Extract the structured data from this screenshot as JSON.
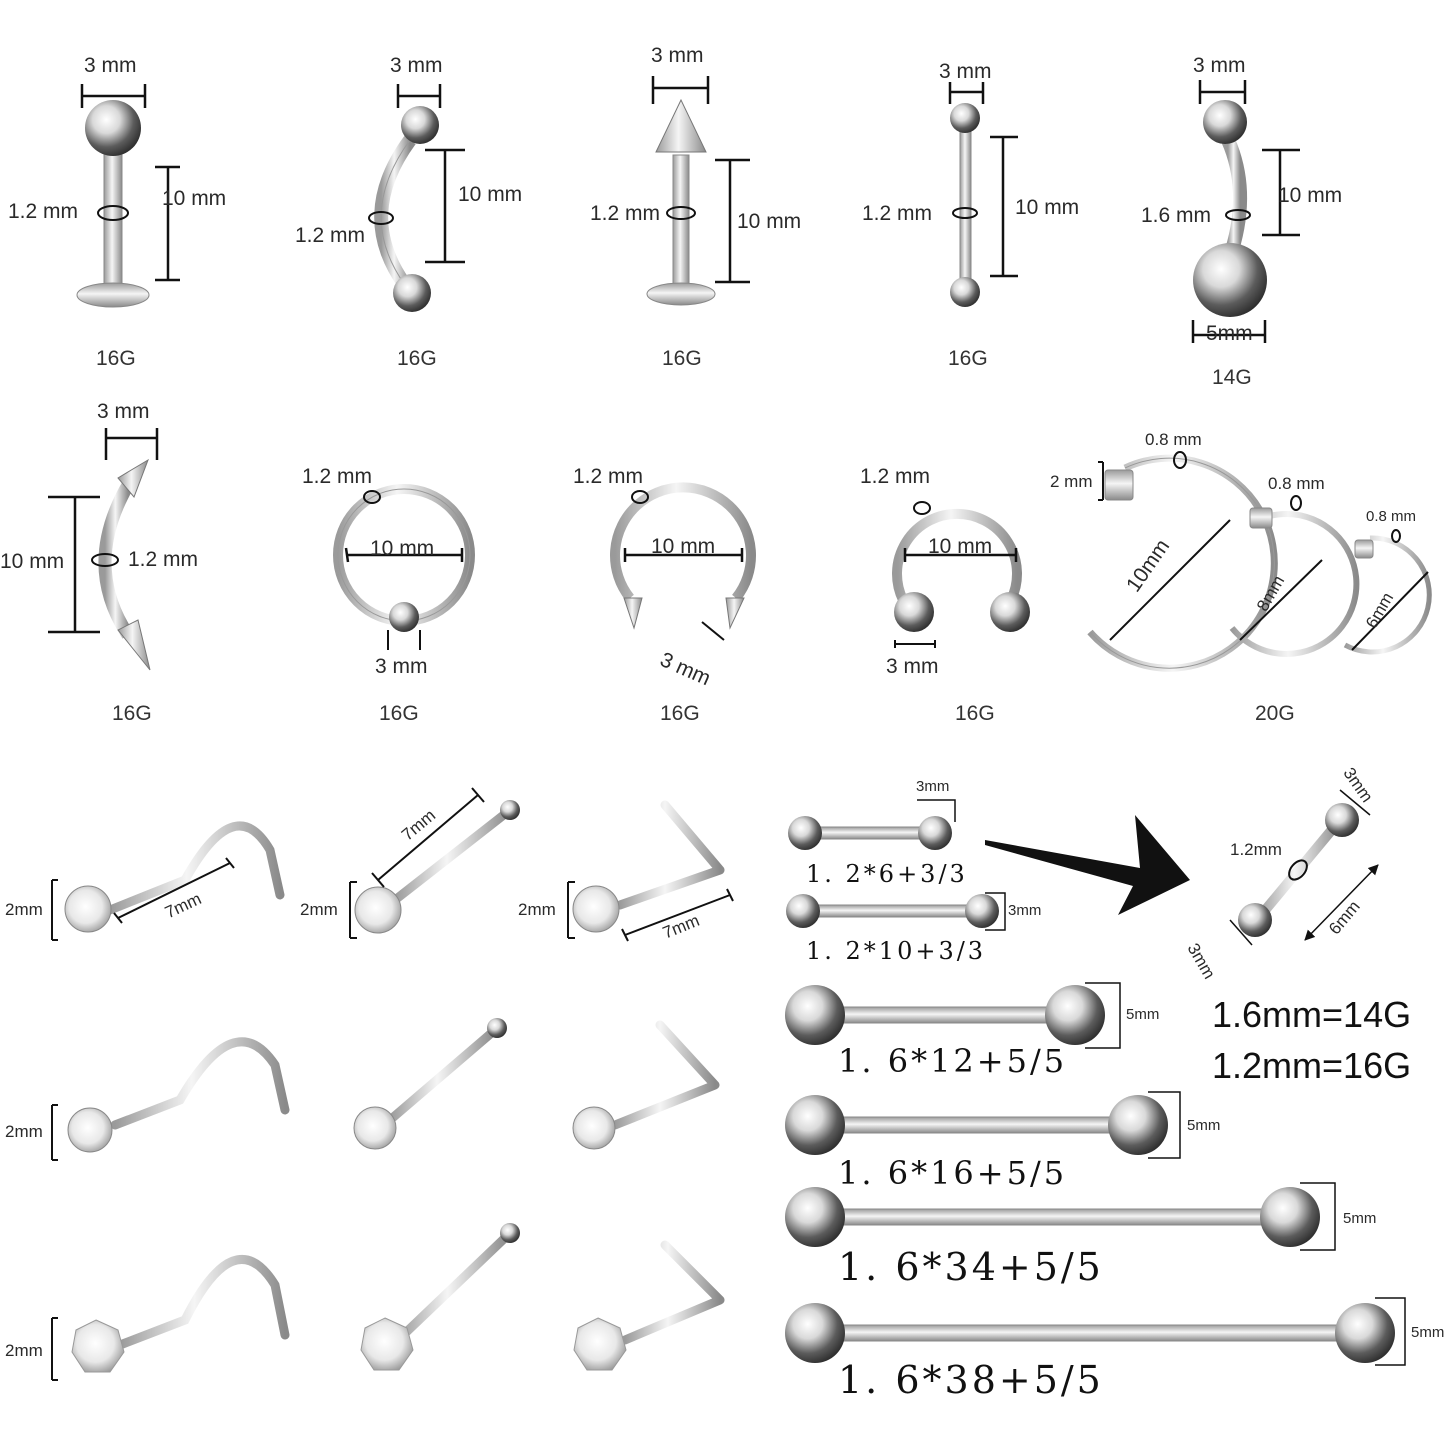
{
  "colors": {
    "metal_light": "#f2f2f2",
    "metal_mid": "#b9b9b9",
    "metal_dark": "#4a4a4a",
    "line": "#111111"
  },
  "row1": [
    {
      "ball": "3 mm",
      "wire": "1.2 mm",
      "length": "10 mm",
      "gauge": "16G"
    },
    {
      "ball": "3 mm",
      "wire": "1.2 mm",
      "length": "10 mm",
      "gauge": "16G"
    },
    {
      "ball": "3 mm",
      "wire": "1.2 mm",
      "length": "10 mm",
      "gauge": "16G"
    },
    {
      "ball": "3 mm",
      "wire": "1.2 mm",
      "length": "10 mm",
      "gauge": "16G"
    },
    {
      "ball": "3 mm",
      "wire": "1.6 mm",
      "length": "10 mm",
      "bottom_ball": "5mm",
      "gauge": "14G"
    }
  ],
  "row2": [
    {
      "ball": "3 mm",
      "wire": "1.2 mm",
      "length": "10 mm",
      "gauge": "16G"
    },
    {
      "wire": "1.2 mm",
      "diameter": "10 mm",
      "ball": "3 mm",
      "gauge": "16G"
    },
    {
      "wire": "1.2 mm",
      "diameter": "10 mm",
      "spike": "3 mm",
      "gauge": "16G"
    },
    {
      "wire": "1.2 mm",
      "diameter": "10 mm",
      "ball": "3 mm",
      "gauge": "16G"
    },
    {
      "rings": [
        {
          "wire": "0.8 mm",
          "head": "2 mm",
          "diameter": "10mm"
        },
        {
          "wire": "0.8 mm",
          "diameter": "8mm"
        },
        {
          "wire": "0.8 mm",
          "diameter": "6mm"
        }
      ],
      "gauge": "20G"
    }
  ],
  "nose": {
    "head": "2mm",
    "length": "7mm"
  },
  "barbells": [
    {
      "code": "1. 2*6+3/3",
      "ball": "3mm"
    },
    {
      "code": "1. 2*10+3/3",
      "ball": "3mm"
    },
    {
      "code": "1. 6*12+5/5",
      "ball": "5mm"
    },
    {
      "code": "1. 6*16+5/5",
      "ball": "5mm"
    },
    {
      "code": "1. 6*34+5/5",
      "ball": "5mm"
    },
    {
      "code": "1. 6*38+5/5",
      "ball": "5mm"
    }
  ],
  "detail": {
    "ball_top": "3mm",
    "wire": "1.2mm",
    "length": "6mm",
    "ball_bottom": "3mm"
  },
  "conversion": [
    "1.6mm=14G",
    "1.2mm=16G"
  ]
}
